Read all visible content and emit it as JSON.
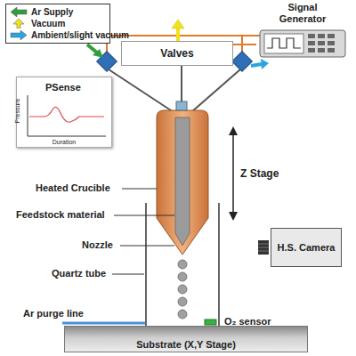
{
  "diagram": {
    "nodes": [
      {
        "text": [
          "Valves"
        ]
      },
      {
        "text": [
          "Signal Generator"
        ]
      },
      {
        "text": [
          "PSense",
          "Pressure",
          "Duration"
        ]
      },
      {
        "text": [
          "H.S. Camera"
        ]
      },
      {
        "text": [
          "Substrate (X,Y Stage)"
        ]
      }
    ],
    "edges": [
      {
        "from": 1,
        "to": 0,
        "arrow": "none"
      }
    ],
    "labels": [
      "Heated Crucible",
      "Feedstock material",
      "Nozzle",
      "Quartz tube",
      "Ar purge line",
      "O₂ sensor",
      "Z Stage"
    ],
    "legend": [
      {
        "text": "Ar Supply",
        "color": "#2e9e3f"
      },
      {
        "text": "Vacuum",
        "color": "#f2e21a"
      },
      {
        "text": "Ambient/slight vacuum",
        "color": "#2aa5e0"
      }
    ]
  }
}
